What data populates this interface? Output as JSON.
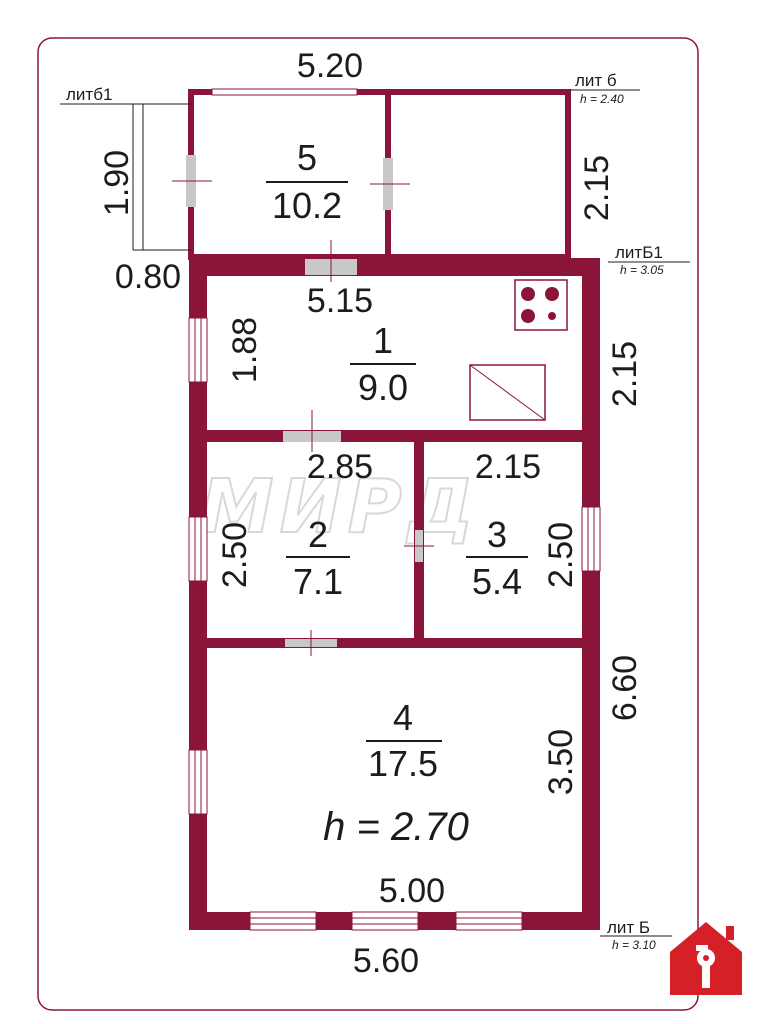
{
  "diagram": {
    "type": "floor-plan",
    "watermark": "МИРД",
    "colors": {
      "wall": "#8b1538",
      "frame": "#8b1538",
      "door": "#c8c8c8",
      "text": "#1c1c1c",
      "logo": "#d62027"
    },
    "litera": [
      {
        "name": "литб1",
        "height": ""
      },
      {
        "name": "лит б",
        "height": "h = 2.40"
      },
      {
        "name": "литБ1",
        "height": "h = 3.05"
      },
      {
        "name": "лит Б",
        "height": "h = 3.10"
      }
    ],
    "dimensions": {
      "top_width": "5.20",
      "annex_depth": "1.90",
      "annex_width": "0.80",
      "b_right_height": "2.15",
      "room1_width": "5.15",
      "room1_depth": "1.88",
      "b1_right_height": "2.15",
      "room2_width": "2.85",
      "room2_depth": "2.50",
      "room3_width": "2.15",
      "room3_depth": "2.50",
      "house_right": "6.60",
      "room4_depth": "3.50",
      "room4_width": "5.00",
      "bottom_width": "5.60"
    },
    "rooms": [
      {
        "number": "5",
        "area": "10.2"
      },
      {
        "number": "1",
        "area": "9.0"
      },
      {
        "number": "2",
        "area": "7.1"
      },
      {
        "number": "3",
        "area": "5.4"
      },
      {
        "number": "4",
        "area": "17.5"
      }
    ],
    "ceiling_height": "h = 2.70",
    "icons": [
      "stove-icon",
      "sink-icon",
      "house-key-logo-icon"
    ]
  }
}
